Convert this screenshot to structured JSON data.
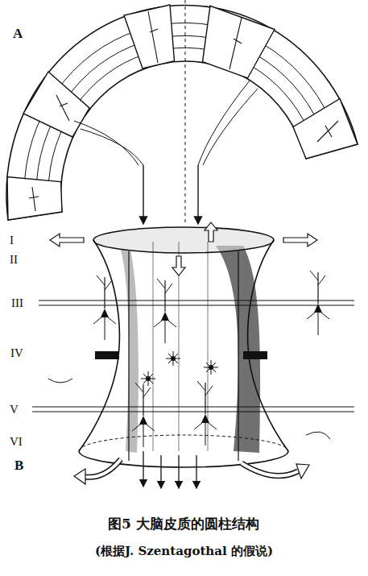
{
  "diagram": {
    "caption": "图5 大脑皮质的圆柱结构",
    "labels": [
      "A",
      "I",
      "II",
      "III",
      "IV",
      "V",
      "VI",
      "B",
      "(根据J. Szentagothal 的假说)"
    ]
  }
}
